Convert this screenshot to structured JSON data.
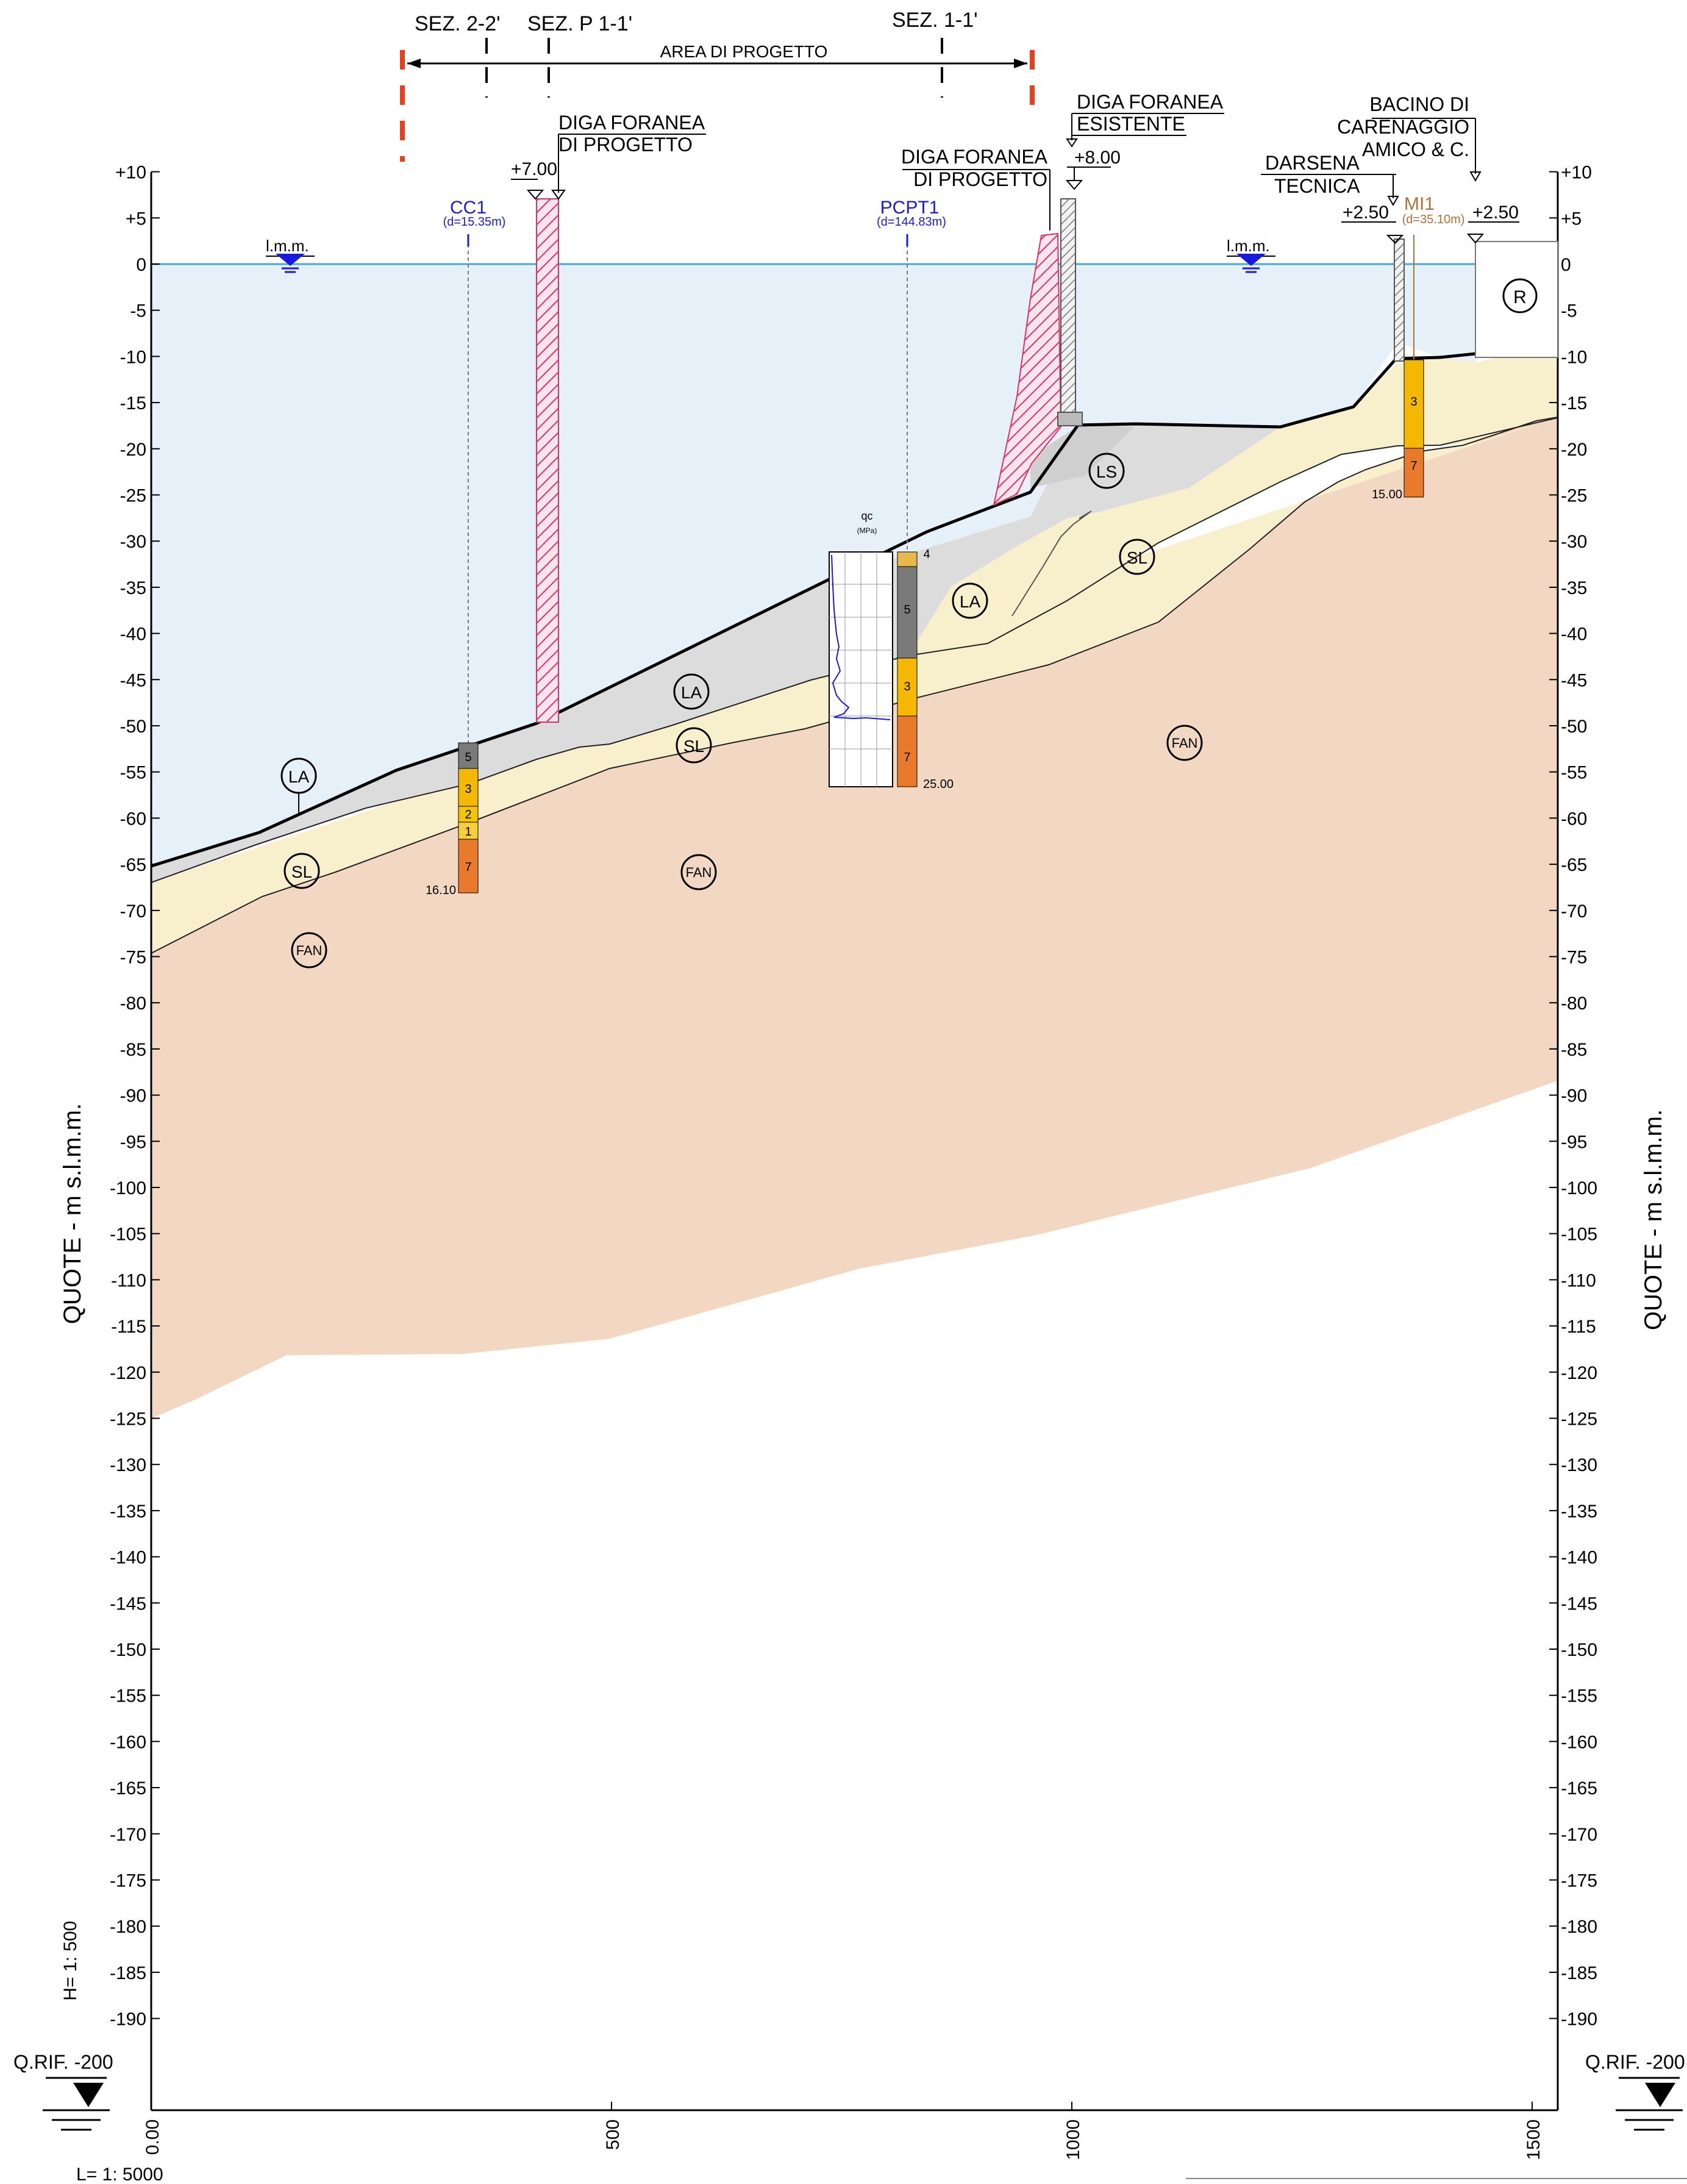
{
  "vertical_axis": {
    "title": "QUOTE - m s.l.m.m.",
    "ticks": [
      "+10",
      "+5",
      "0",
      "-5",
      "-10",
      "-15",
      "-20",
      "-25",
      "-30",
      "-35",
      "-40",
      "-45",
      "-50",
      "-55",
      "-60",
      "-65",
      "-70",
      "-75",
      "-80",
      "-85",
      "-90",
      "-95",
      "-100",
      "-105",
      "-110",
      "-115",
      "-120",
      "-125",
      "-130",
      "-135",
      "-140",
      "-145",
      "-150",
      "-155",
      "-160",
      "-165",
      "-170",
      "-175",
      "-180",
      "-185",
      "-190"
    ],
    "tick_values": [
      10,
      5,
      0,
      -5,
      -10,
      -15,
      -20,
      -25,
      -30,
      -35,
      -40,
      -45,
      -50,
      -55,
      -60,
      -65,
      -70,
      -75,
      -80,
      -85,
      -90,
      -95,
      -100,
      -105,
      -110,
      -115,
      -120,
      -125,
      -130,
      -135,
      -140,
      -145,
      -150,
      -155,
      -160,
      -165,
      -170,
      -175,
      -180,
      -185,
      -190
    ],
    "reference": "Q.RIF. -200",
    "scale_h": "H= 1: 500"
  },
  "horizontal_axis": {
    "ticks": [
      "0.00",
      "500",
      "1000",
      "1500"
    ],
    "tick_values": [
      0,
      500,
      1000,
      1500
    ],
    "scale_l": "L= 1: 5000"
  },
  "sections": {
    "s22": "SEZ. 2-2'",
    "sp11": "SEZ. P 1-1'",
    "s11": "SEZ. 1-1'",
    "area": "AREA DI PROGETTO"
  },
  "structures": {
    "diga_progetto_1_a": "DIGA FORANEA",
    "diga_progetto_1_b": "DI PROGETTO",
    "diga_progetto_1_elev": "+7.00",
    "diga_progetto_2_a": "DIGA FORANEA",
    "diga_progetto_2_b": "DI PROGETTO",
    "diga_esistente_a": "DIGA FORANEA",
    "diga_esistente_b": "ESISTENTE",
    "diga_esistente_elev": "+8.00",
    "bacino_a": "BACINO DI",
    "bacino_b": "CARENAGGIO",
    "bacino_c": "AMICO & C.",
    "bacino_elev": "+2.50",
    "darsena_a": "DARSENA",
    "darsena_b": "TECNICA",
    "darsena_elev": "+2.50",
    "lmm_1": "l.m.m.",
    "lmm_2": "l.m.m.",
    "r_label": "R"
  },
  "boreholes": {
    "cc1": {
      "name": "CC1",
      "dist": "(d=15.35m)",
      "depth": "16.10",
      "layers": [
        "5",
        "3",
        "2",
        "1",
        "7"
      ]
    },
    "pcpt1": {
      "name": "PCPT1",
      "dist": "(d=144.83m)",
      "depth": "25.00",
      "layers": [
        "4",
        "5",
        "3",
        "7"
      ],
      "qc_title": "qc",
      "qc_unit": "(MPa)"
    },
    "mi1": {
      "name": "MI1",
      "dist": "(d=35.10m)",
      "depth": "15.00",
      "layers": [
        "3",
        "7"
      ]
    }
  },
  "unit_labels": {
    "la_1": "LA",
    "la_2": "LA",
    "la_3": "LA",
    "sl_1": "SL",
    "sl_2": "SL",
    "sl_3": "SL",
    "fan_1": "FAN",
    "fan_2": "FAN",
    "fan_3": "FAN",
    "ls_1": "LS"
  },
  "colors": {
    "sea": "#e6f0f8",
    "la": "#dcdcdc",
    "sl": "#f8f0cc",
    "fan": "#f2d7c2",
    "breakwater_new": "#d9336a",
    "layer_5": "#7a7a7a",
    "layer_3": "#f5b800",
    "layer_2": "#f5c400",
    "layer_1": "#f6cf3a",
    "layer_7": "#e87a2c",
    "marker": "#e8401c",
    "label_blue": "#1a1adc",
    "label_brown": "#b0703a"
  }
}
